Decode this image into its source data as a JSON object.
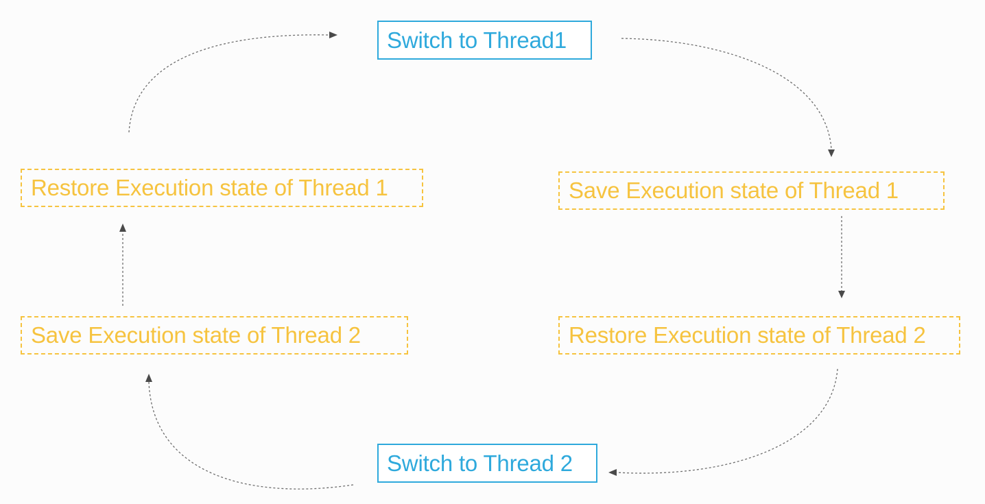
{
  "diagram": {
    "nodes": {
      "switch_thread1": "Switch to Thread1",
      "save_state_thread1": "Save Execution state of Thread 1",
      "restore_state_thread2": "Restore Execution state of Thread 2",
      "switch_thread2": "Switch to Thread 2",
      "save_state_thread2": "Save Execution state of Thread 2",
      "restore_state_thread1": "Restore Execution state of Thread 1"
    },
    "edges": [
      {
        "from": "switch_thread1",
        "to": "save_state_thread1"
      },
      {
        "from": "save_state_thread1",
        "to": "restore_state_thread2"
      },
      {
        "from": "restore_state_thread2",
        "to": "switch_thread2"
      },
      {
        "from": "switch_thread2",
        "to": "save_state_thread2"
      },
      {
        "from": "save_state_thread2",
        "to": "restore_state_thread1"
      },
      {
        "from": "restore_state_thread1",
        "to": "switch_thread1"
      }
    ],
    "colors": {
      "switch": "#2ea9dc",
      "state": "#f6c33f",
      "arrow": "#6e6e6e"
    }
  }
}
